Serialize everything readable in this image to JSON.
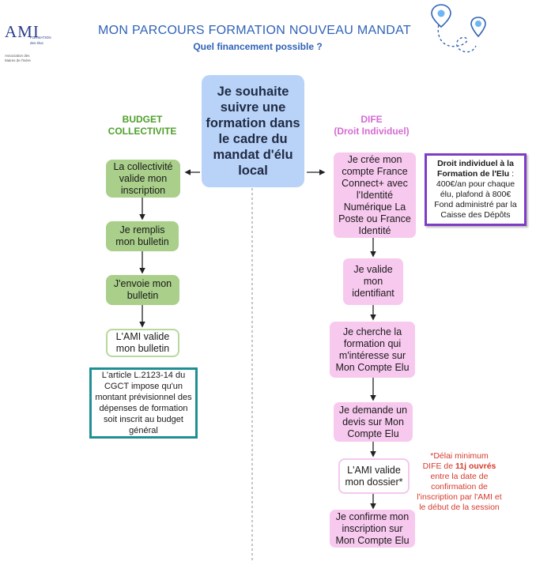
{
  "logo": {
    "text": "AMI",
    "side_line1": "FORMATION",
    "side_line2": "des élus",
    "tag_line1": "Association des",
    "tag_line2": "Maires de l'Isère"
  },
  "header": {
    "title": "MON PARCOURS FORMATION NOUVEAU MANDAT",
    "subtitle": "Quel financement possible ?"
  },
  "center": {
    "text": "Je souhaite suivre une formation dans le cadre du mandat d'élu local"
  },
  "budget": {
    "heading_line1": "BUDGET",
    "heading_line2": "COLLECTIVITE",
    "steps": [
      "La collectivité valide mon inscription",
      "Je remplis mon bulletin",
      "J'envoie mon bulletin",
      "L'AMI valide mon bulletin"
    ],
    "note": "L'article L.2123-14 du CGCT impose qu'un montant prévisionnel des dépenses de formation soit inscrit au budget général"
  },
  "dife": {
    "heading_line1": "DIFE",
    "heading_line2": "(Droit Individuel)",
    "steps": [
      "Je crée mon compte France Connect+ avec l'Identité Numérique La Poste ou France Identité",
      "Je valide mon identifiant",
      "Je cherche la formation qui m'intéresse sur Mon Compte Elu",
      "Je demande un devis sur Mon Compte Elu",
      "L'AMI valide mon dossier*",
      "Je confirme mon inscription sur Mon Compte Elu"
    ],
    "note": {
      "title": "Droit individuel à la Formation de l'Elu",
      "colon": " :",
      "body": "400€/an pour chaque élu, plafond à 800€ Fond administré par la Caisse des Dépôts"
    },
    "delay": {
      "line1": "*Délai minimum",
      "pre": "DIFE de ",
      "bold": "11j ouvrés",
      "rest": "entre la date de confirmation de l'inscription par l'AMI et le début de la session"
    }
  },
  "colors": {
    "accent_blue": "#2f62b6",
    "green": "#a9cf8a",
    "pink": "#f8c9ef",
    "center": "#b8d3f7",
    "teal": "#1f8f92",
    "purple": "#7e3cc4",
    "red": "#d63a2c"
  },
  "icons": [
    "map-route-icon",
    "location-pin-icon"
  ]
}
